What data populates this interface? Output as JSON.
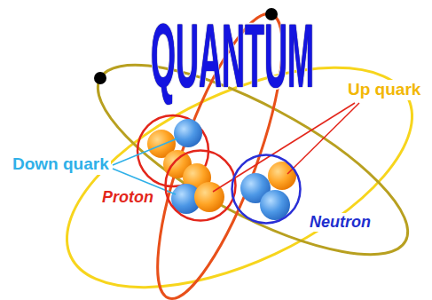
{
  "diagram": {
    "title": "QUANTUM",
    "nodes": [
      {
        "text": [
          "Proton"
        ]
      },
      {
        "text": [
          "Neutron"
        ]
      }
    ],
    "labels": [
      "Down quark",
      "Up quark"
    ]
  }
}
